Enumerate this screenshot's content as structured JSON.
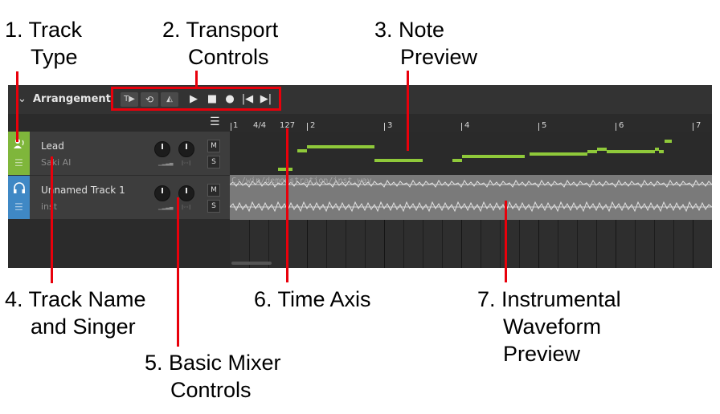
{
  "callouts": {
    "track_type": [
      "1. Track",
      "Type"
    ],
    "transport": [
      "2. Transport",
      "Controls"
    ],
    "note_preview": [
      "3. Note",
      "Preview"
    ],
    "track_name": [
      "4. Track Name",
      "and Singer"
    ],
    "mixer": [
      "5. Basic Mixer",
      "Controls"
    ],
    "time_axis": [
      "6. Time Axis"
    ],
    "waveform": [
      "7. Instrumental",
      "Waveform",
      "Preview"
    ]
  },
  "arrangement": {
    "title": "Arrangement",
    "transport": {
      "follow_label": "T▶",
      "loop_label": "⟲",
      "metronome_label": "◭"
    },
    "ruler": {
      "time_signature": "4/4",
      "tempo": "127",
      "bars": [
        "1",
        "2",
        "3",
        "4",
        "5",
        "6",
        "7"
      ]
    },
    "tracks": [
      {
        "name": "Lead",
        "singer": "Saki AI",
        "type": "vocal",
        "mute": "M",
        "solo": "S",
        "color": "#7fb63b"
      },
      {
        "name": "Unnamed Track 1",
        "singer": "inst",
        "type": "instrumental",
        "mute": "M",
        "solo": "S",
        "color": "#3f88c5"
      }
    ],
    "waveform_path": "C:/wip/demonstration/inst.wav",
    "colors": {
      "note": "#8fc93a",
      "vocal_track": "#7fb63b",
      "inst_track": "#3f88c5",
      "accent": "#e8000b"
    }
  }
}
